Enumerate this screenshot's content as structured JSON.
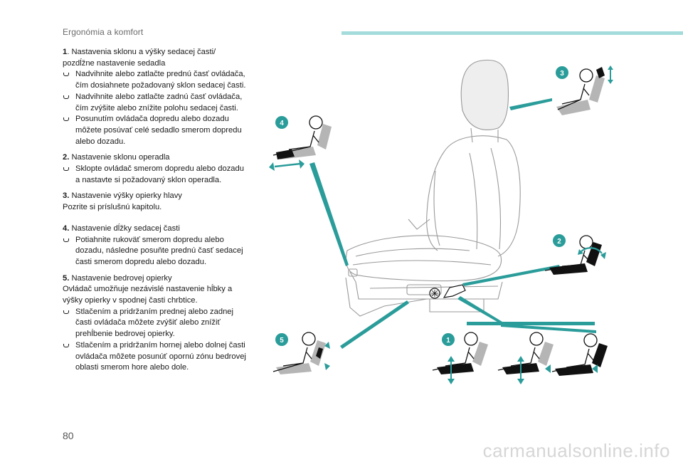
{
  "header": {
    "title": "Ergonómia a komfort"
  },
  "page_number": "80",
  "watermark": "carmanualsonline.info",
  "sections": [
    {
      "num": "1",
      "title_rest": ". Nastavenia sklonu a výšky sedacej časti/ pozdĺžne nastavenie sedadla",
      "intro": "",
      "bullets": [
        "Nadvihnite alebo zatlačte prednú časť ovládača, čím dosiahnete požadovaný sklon sedacej časti.",
        "Nadvihnite alebo zatlačte zadnú časť ovládača, čím zvýšite alebo znížite polohu sedacej časti.",
        "Posunutím ovládača dopredu alebo dozadu môžete posúvať celé sedadlo smerom dopredu alebo dozadu."
      ]
    },
    {
      "num": "2.",
      "title_rest": " Nastavenie sklonu operadla",
      "intro": "",
      "bullets": [
        "Sklopte ovládač smerom dopredu alebo dozadu a nastavte si požadovaný sklon operadla."
      ]
    },
    {
      "num": "3.",
      "title_rest": " Nastavenie výšky opierky hlavy",
      "intro": "Pozrite si príslušnú kapitolu.",
      "bullets": []
    },
    {
      "num": "4.",
      "title_rest": " Nastavenie dĺžky sedacej časti",
      "intro": "",
      "bullets": [
        "Potiahnite rukoväť smerom dopredu alebo dozadu, následne posuňte prednú časť sedacej časti smerom dopredu alebo dozadu."
      ]
    },
    {
      "num": "5.",
      "title_rest": " Nastavenie bedrovej opierky",
      "intro": "Ovládač umožňuje nezávislé nastavenie hĺbky a výšky opierky v spodnej časti chrbtice.",
      "bullets": [
        "Stlačením a pridržaním prednej alebo zadnej časti ovládača môžete zvýšiť alebo znížiť prehĺbenie bedrovej opierky.",
        "Stlačením a pridržaním hornej alebo dolnej časti ovládača môžete posunúť opornú zónu bedrovej oblasti smerom hore alebo dole."
      ]
    }
  ],
  "figure": {
    "badges": [
      "1",
      "2",
      "3",
      "4",
      "5"
    ],
    "colors": {
      "accent": "#2a9c9a",
      "badge": "#2a9c9a",
      "seat_light": "#b5b5b5",
      "seat_dark": "#111111",
      "line": "#888888"
    }
  }
}
